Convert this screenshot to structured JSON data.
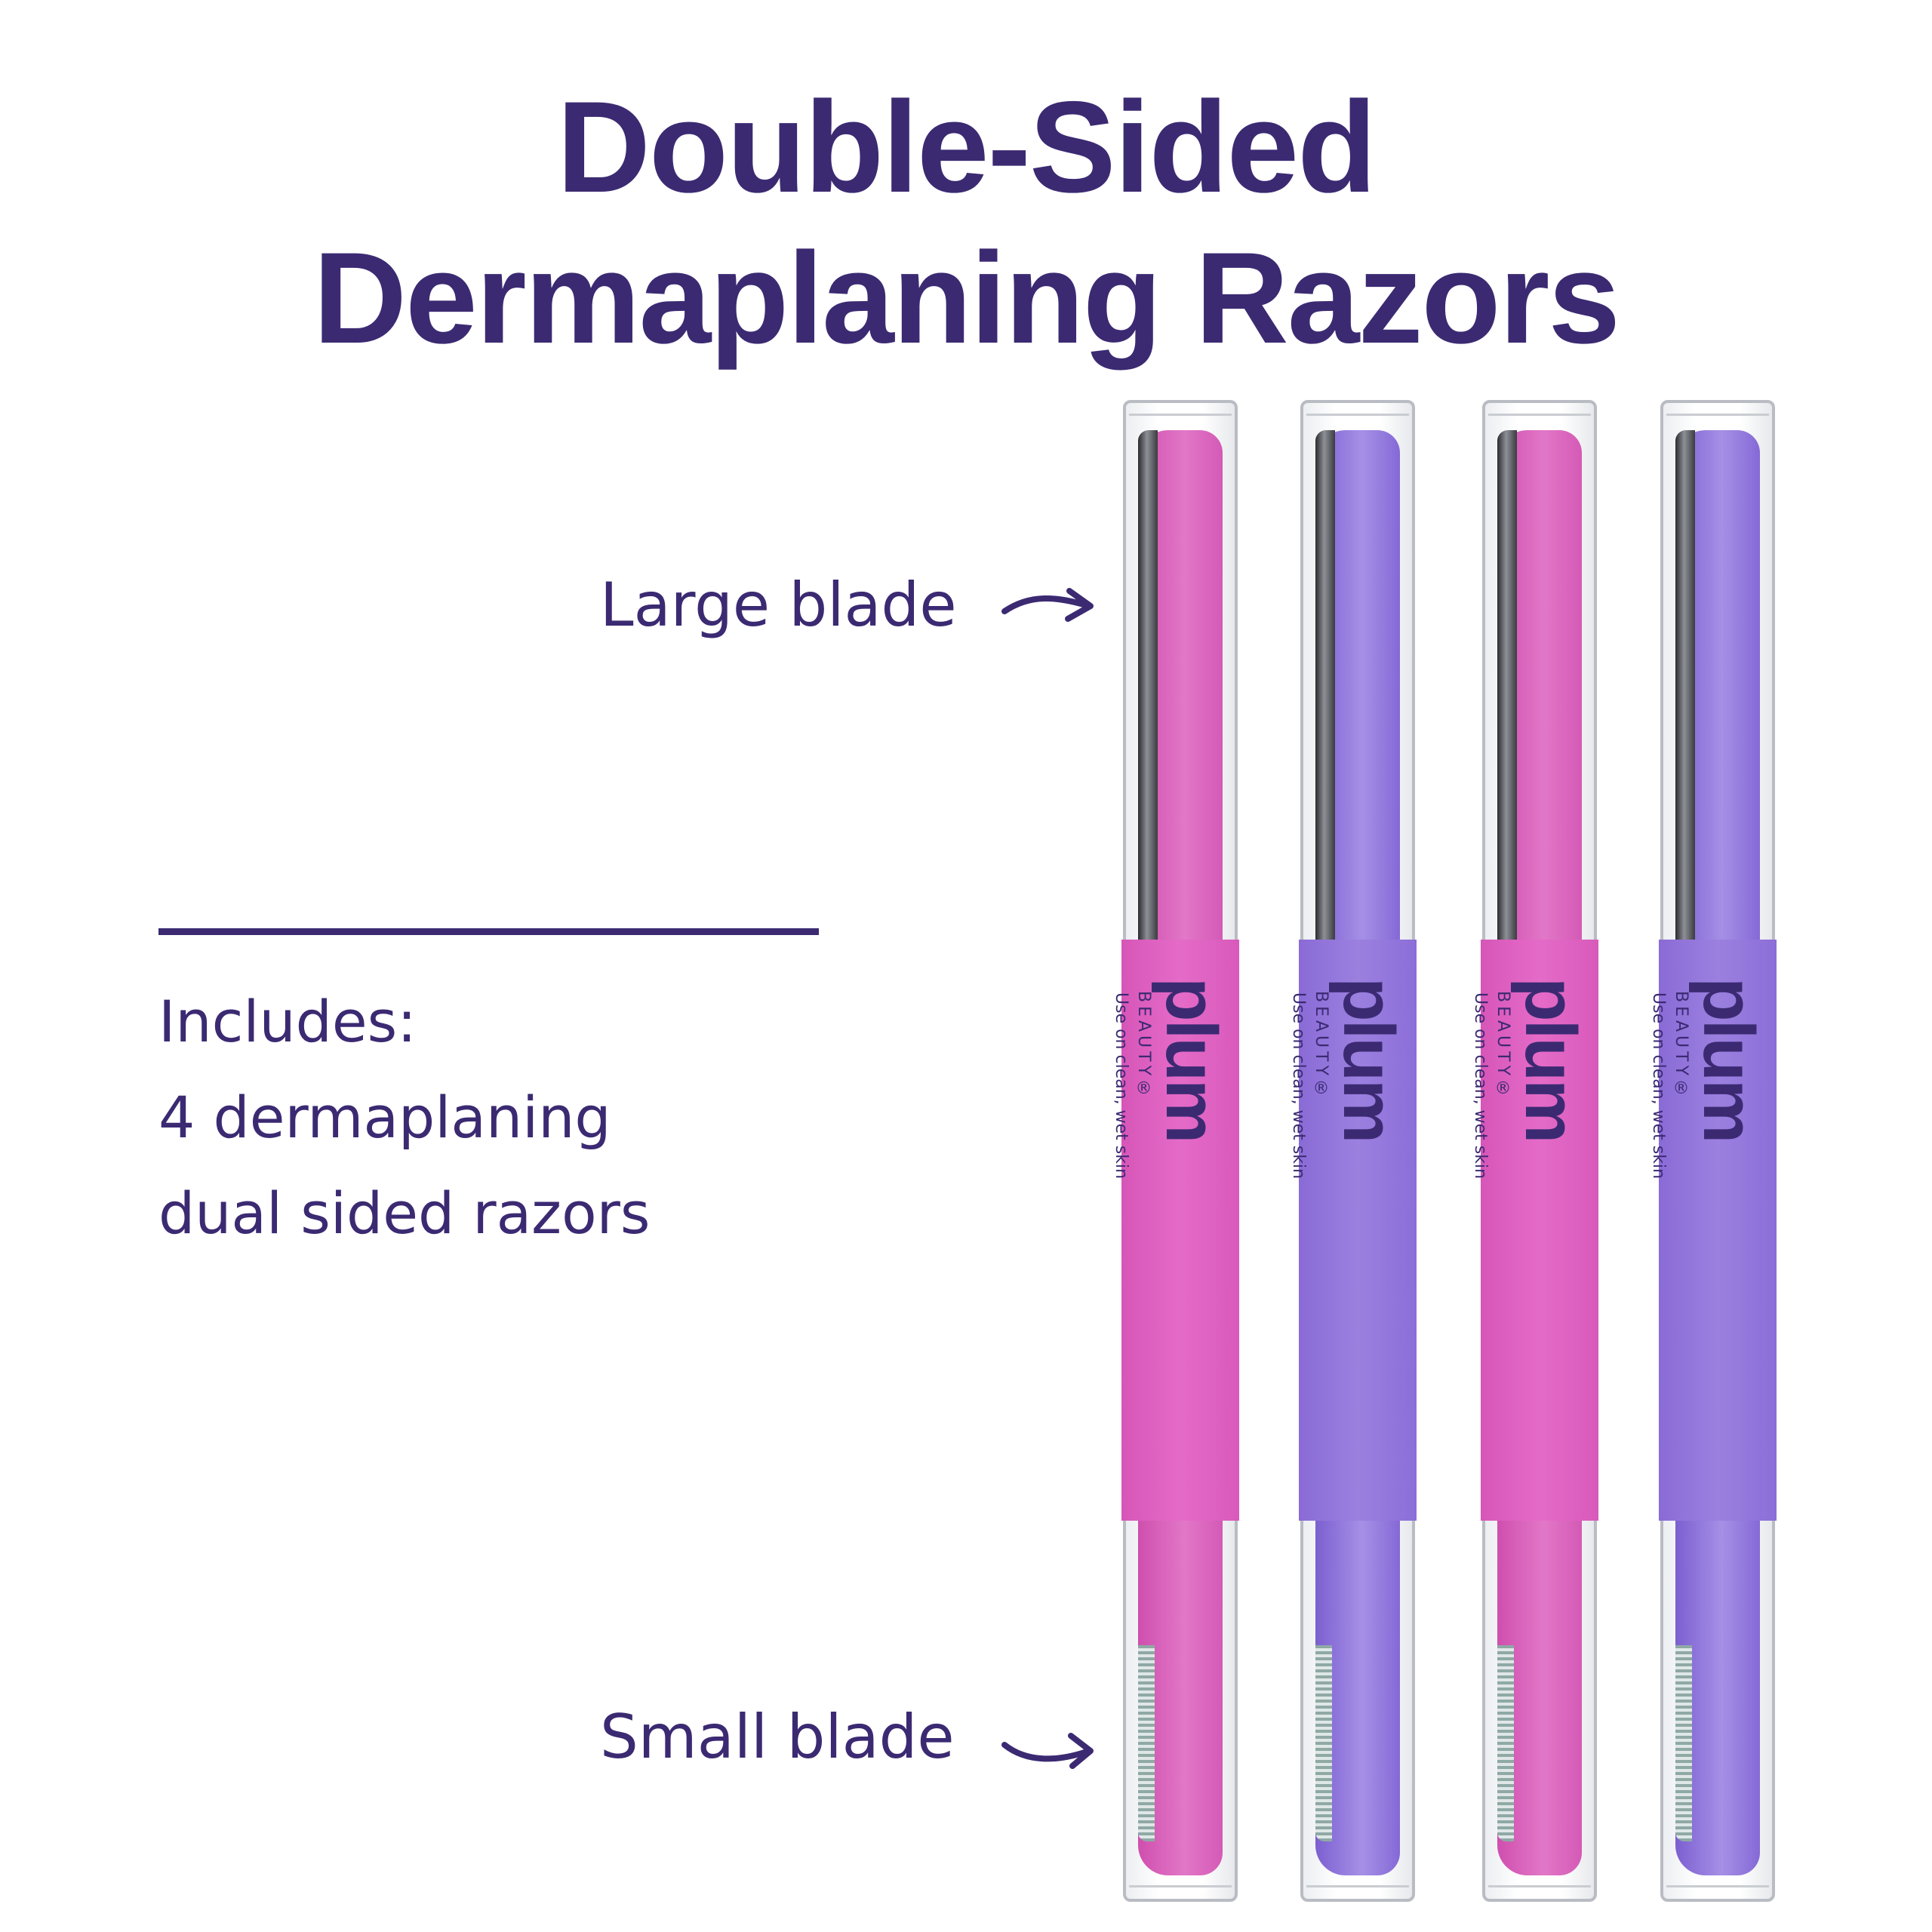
{
  "title": {
    "line1": "Double-Sided",
    "line2": "Dermaplaning Razors"
  },
  "callouts": {
    "large_blade": "Large blade",
    "small_blade": "Small blade"
  },
  "includes": {
    "heading": "Includes:",
    "line1": "4 dermaplaning",
    "line2": "dual sided razors"
  },
  "razor": {
    "logo": "plum",
    "sub": "BEAUTY®",
    "note": "Use on clean, wet skin"
  },
  "colors": {
    "text": "#3b2a72",
    "pink": "#e065c4",
    "purple": "#9277dc"
  },
  "razor_colors": [
    "pink",
    "purple",
    "pink",
    "purple"
  ]
}
